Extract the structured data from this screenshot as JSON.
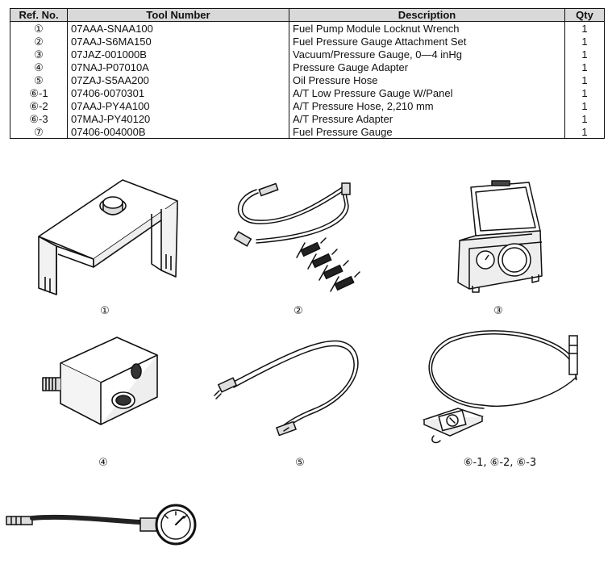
{
  "table": {
    "headers": [
      "Ref. No.",
      "Tool Number",
      "Description",
      "Qty"
    ],
    "rows": [
      {
        "ref": "①",
        "tool": "07AAA-SNAA100",
        "desc": "Fuel Pump Module Locknut Wrench",
        "qty": "1"
      },
      {
        "ref": "②",
        "tool": "07AAJ-S6MA150",
        "desc": "Fuel Pressure Gauge Attachment Set",
        "qty": "1"
      },
      {
        "ref": "③",
        "tool": "07JAZ-001000B",
        "desc": "Vacuum/Pressure Gauge, 0—4 inHg",
        "qty": "1"
      },
      {
        "ref": "④",
        "tool": "07NAJ-P07010A",
        "desc": "Pressure Gauge Adapter",
        "qty": "1"
      },
      {
        "ref": "⑤",
        "tool": "07ZAJ-S5AA200",
        "desc": "Oil Pressure Hose",
        "qty": "1"
      },
      {
        "ref": "⑥-1",
        "tool": "07406-0070301",
        "desc": "A/T Low Pressure Gauge W/Panel",
        "qty": "1"
      },
      {
        "ref": "⑥-2",
        "tool": "07AAJ-PY4A100",
        "desc": "A/T Pressure Hose, 2,210 mm",
        "qty": "1"
      },
      {
        "ref": "⑥-3",
        "tool": "07MAJ-PY40120",
        "desc": "A/T Pressure Adapter",
        "qty": "1"
      },
      {
        "ref": "⑦",
        "tool": "07406-004000B",
        "desc": "Fuel Pressure Gauge",
        "qty": "1"
      }
    ]
  },
  "captions": {
    "c1": "①",
    "c2": "②",
    "c3": "③",
    "c4": "④",
    "c5": "⑤",
    "c6": "⑥-1, ⑥-2, ⑥-3"
  }
}
